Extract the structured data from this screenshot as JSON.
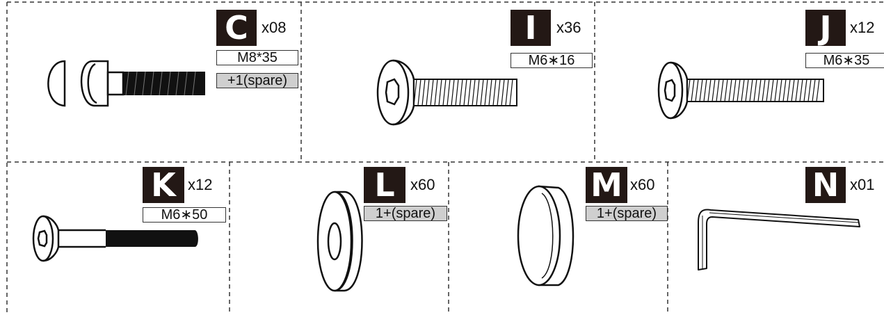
{
  "colors": {
    "label_bg": "#231815",
    "spare_bg": "#cfcfcf",
    "line": "#333333"
  },
  "parts": [
    {
      "id": "C",
      "letter": "C",
      "quantity": "x08",
      "size": "M8*35",
      "spare": "+1(spare)",
      "icon": "dome-cap-bolt-icon"
    },
    {
      "id": "I",
      "letter": "I",
      "quantity": "x36",
      "size": "M6∗16",
      "icon": "hex-socket-bolt-icon"
    },
    {
      "id": "J",
      "letter": "J",
      "quantity": "x12",
      "size": "M6∗35",
      "icon": "hex-socket-bolt-icon"
    },
    {
      "id": "K",
      "letter": "K",
      "quantity": "x12",
      "size": "M6∗50",
      "icon": "hex-socket-bolt-icon"
    },
    {
      "id": "L",
      "letter": "L",
      "quantity": "x60",
      "spare": "1+(spare)",
      "icon": "flat-washer-icon"
    },
    {
      "id": "M",
      "letter": "M",
      "quantity": "x60",
      "spare": "1+(spare)",
      "icon": "screw-cap-icon"
    },
    {
      "id": "N",
      "letter": "N",
      "quantity": "x01",
      "icon": "allen-key-icon"
    }
  ]
}
